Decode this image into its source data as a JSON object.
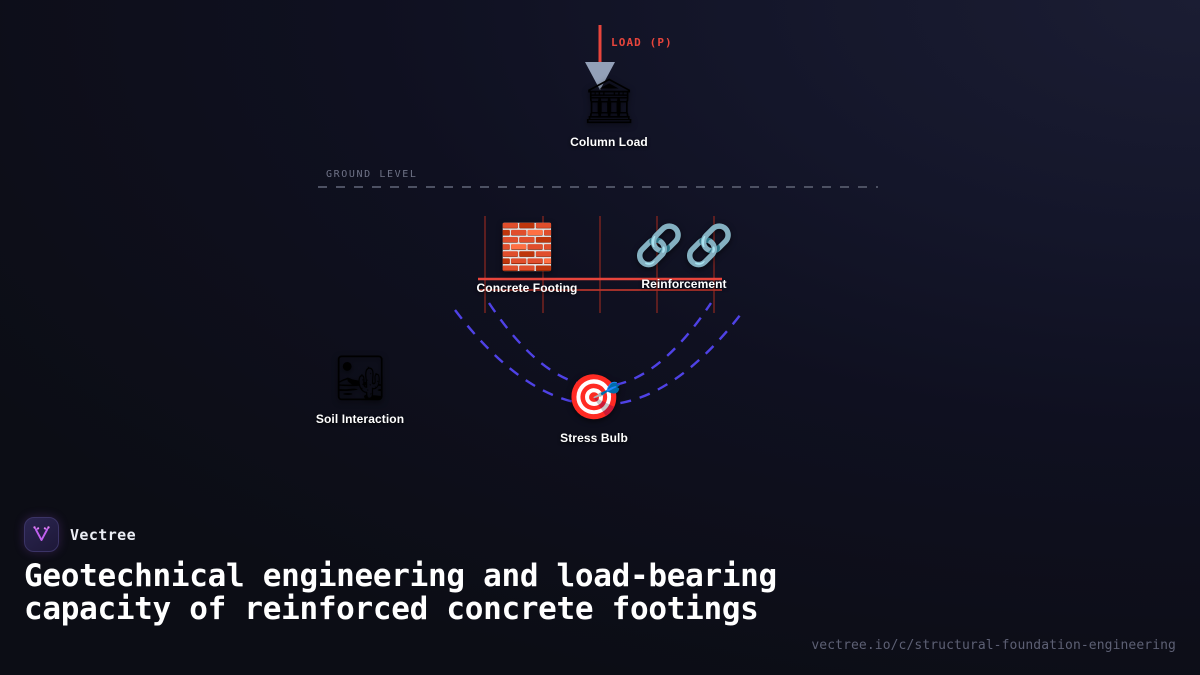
{
  "theme": {
    "bg_dark": "#0d0e17",
    "bg_light": "#1b1d33",
    "accent_red": "#e8453c",
    "accent_red_dim": "#7e2420",
    "accent_violet": "#4f42e6",
    "muted_text": "#6f7387",
    "brand_purple": "#c060f0"
  },
  "diagram": {
    "load": {
      "label": "LOAD (P)",
      "arrow_color": "#e8453c",
      "arrowhead_color": "#93a0b8"
    },
    "ground": {
      "label": "GROUND LEVEL",
      "line_color": "#4d5163"
    },
    "nodes": [
      {
        "id": "column",
        "icon": "🏛",
        "icon_name": "classical-building-icon",
        "label": "Column Load"
      },
      {
        "id": "footing",
        "icon": "🧱",
        "icon_name": "brick-wall-icon",
        "label": "Concrete Footing"
      },
      {
        "id": "rebar",
        "icon": "🔗🔗",
        "icon_name": "chain-link-icon",
        "label": "Reinforcement"
      },
      {
        "id": "soil",
        "icon": "🏜",
        "icon_name": "desert-icon",
        "label": "Soil Interaction"
      },
      {
        "id": "bulb",
        "icon": "🎯",
        "icon_name": "target-icon",
        "label": "Stress Bulb"
      }
    ],
    "stress_arcs": {
      "count": 2,
      "color": "#4f42e6",
      "style": "dashed"
    }
  },
  "footer": {
    "brand": "Vectree",
    "logo_icon": "vectree-tree-logo",
    "headline": "Geotechnical engineering and load-bearing capacity of reinforced concrete footings",
    "url": "vectree.io/c/structural-foundation-engineering"
  }
}
